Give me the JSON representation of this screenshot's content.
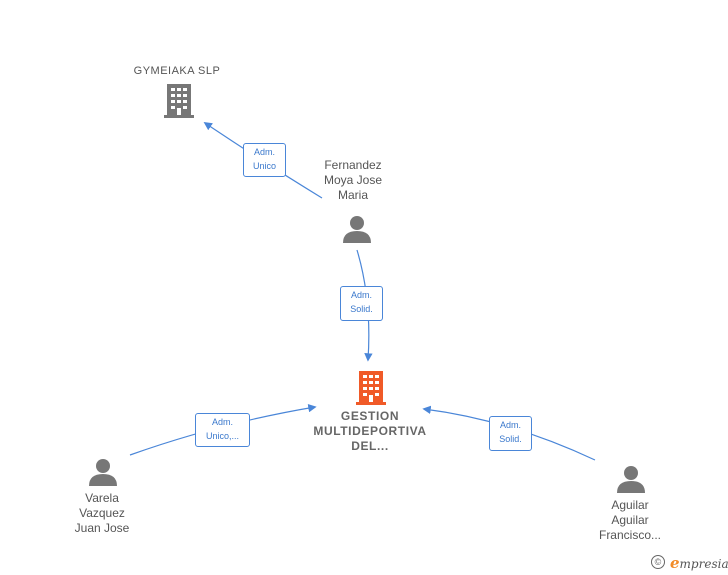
{
  "nodes": {
    "gymeiaka": {
      "label": [
        "GYMEIAKA  SLP"
      ],
      "type": "company",
      "color": "#777777"
    },
    "fernandez": {
      "label": [
        "Fernandez",
        "Moya Jose",
        "Maria"
      ],
      "type": "person",
      "color": "#777777"
    },
    "gestion": {
      "label": [
        "GESTION",
        "MULTIDEPORTIVA",
        "DEL..."
      ],
      "type": "company",
      "color": "#f05a28"
    },
    "varela": {
      "label": [
        "Varela",
        "Vazquez",
        "Juan Jose"
      ],
      "type": "person",
      "color": "#777777"
    },
    "aguilar": {
      "label": [
        "Aguilar",
        "Aguilar",
        "Francisco..."
      ],
      "type": "person",
      "color": "#777777"
    }
  },
  "edges": [
    {
      "id": "fernandez-gymeiaka",
      "label": [
        "Adm.",
        "Unico"
      ]
    },
    {
      "id": "fernandez-gestion",
      "label": [
        "Adm.",
        "Solid."
      ]
    },
    {
      "id": "varela-gestion",
      "label": [
        "Adm.",
        "Unico,..."
      ]
    },
    {
      "id": "aguilar-gestion",
      "label": [
        "Adm.",
        "Solid."
      ]
    }
  ],
  "colors": {
    "edge": "#4a86d8",
    "icon": "#777777",
    "main_icon": "#f05a28"
  },
  "footer": {
    "copyright_symbol": "©",
    "brand_initial": "e",
    "brand_rest": "mpresia"
  }
}
